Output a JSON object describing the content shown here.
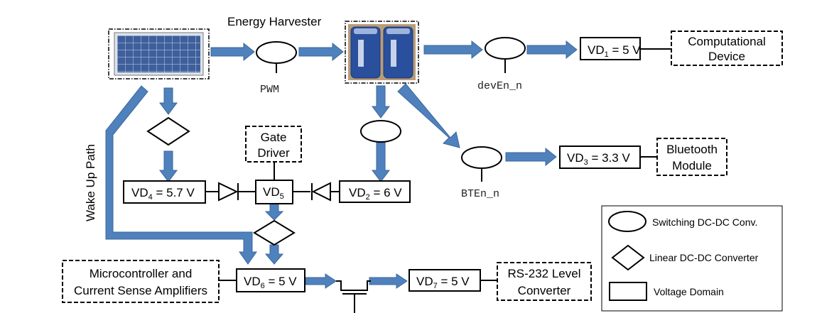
{
  "labels": {
    "energy_harvester": "Energy Harvester",
    "pwm": "PWM",
    "dev_en": "devEn_n",
    "bt_en": "BTEn_n",
    "wake_up_path": "Wake Up Path"
  },
  "domains": {
    "vd1": {
      "main": "VD",
      "sub": "1",
      "rest": " = 5 V"
    },
    "vd2": {
      "main": "VD",
      "sub": "2",
      "rest": " = 6 V"
    },
    "vd3": {
      "main": "VD",
      "sub": "3",
      "rest": " = 3.3 V"
    },
    "vd4": {
      "main": "VD",
      "sub": "4",
      "rest": " = 5.7 V"
    },
    "vd5": {
      "main": "VD",
      "sub": "5",
      "rest": ""
    },
    "vd6": {
      "main": "VD",
      "sub": "6",
      "rest": " = 5 V"
    },
    "vd7": {
      "main": "VD",
      "sub": "7",
      "rest": " = 5 V"
    }
  },
  "devices": {
    "computational_1": "Computational",
    "computational_2": "Device",
    "bluetooth_1": "Bluetooth",
    "bluetooth_2": "Module",
    "gate_driver_1": "Gate",
    "gate_driver_2": "Driver",
    "mcu_1": "Microcontroller and",
    "mcu_2": "Current Sense Amplifiers",
    "rs232_1": "RS-232 Level",
    "rs232_2": "Converter"
  },
  "legend": {
    "switching": "Switching DC-DC Conv.",
    "linear": "Linear DC-DC Converter",
    "voltage_domain": "Voltage Domain"
  },
  "colors": {
    "arrow": "#4f81bd",
    "supercap": "#2a4f9c"
  },
  "icons": [
    "solar-panel-icon",
    "supercapacitor-icon"
  ]
}
